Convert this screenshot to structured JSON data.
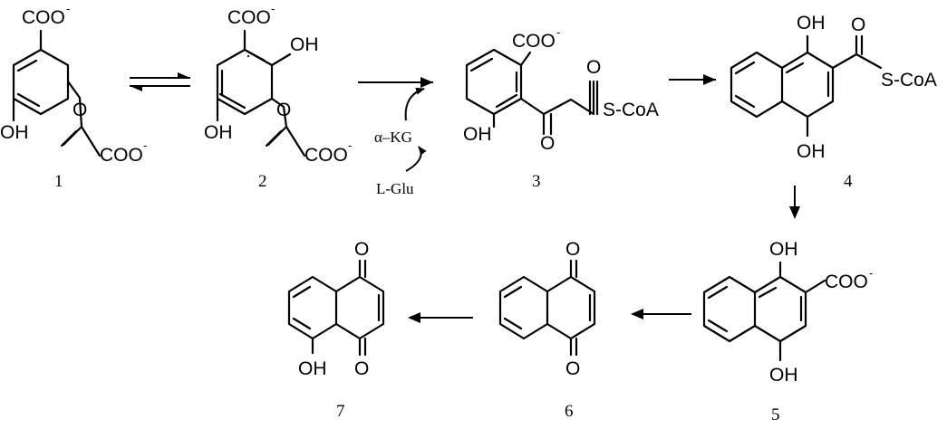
{
  "figure": {
    "compound_numbers": [
      "1",
      "2",
      "3",
      "4",
      "5",
      "6",
      "7"
    ],
    "groups": {
      "carboxylate": "COO",
      "charge": "-",
      "hydroxyl": "OH",
      "ether_oxygen": "O",
      "carbonyl_oxygen": "O",
      "thioester_coa": "S-CoA"
    },
    "cofactors": {
      "alpha_kg": "α–KG",
      "l_glu": "L-Glu"
    }
  }
}
